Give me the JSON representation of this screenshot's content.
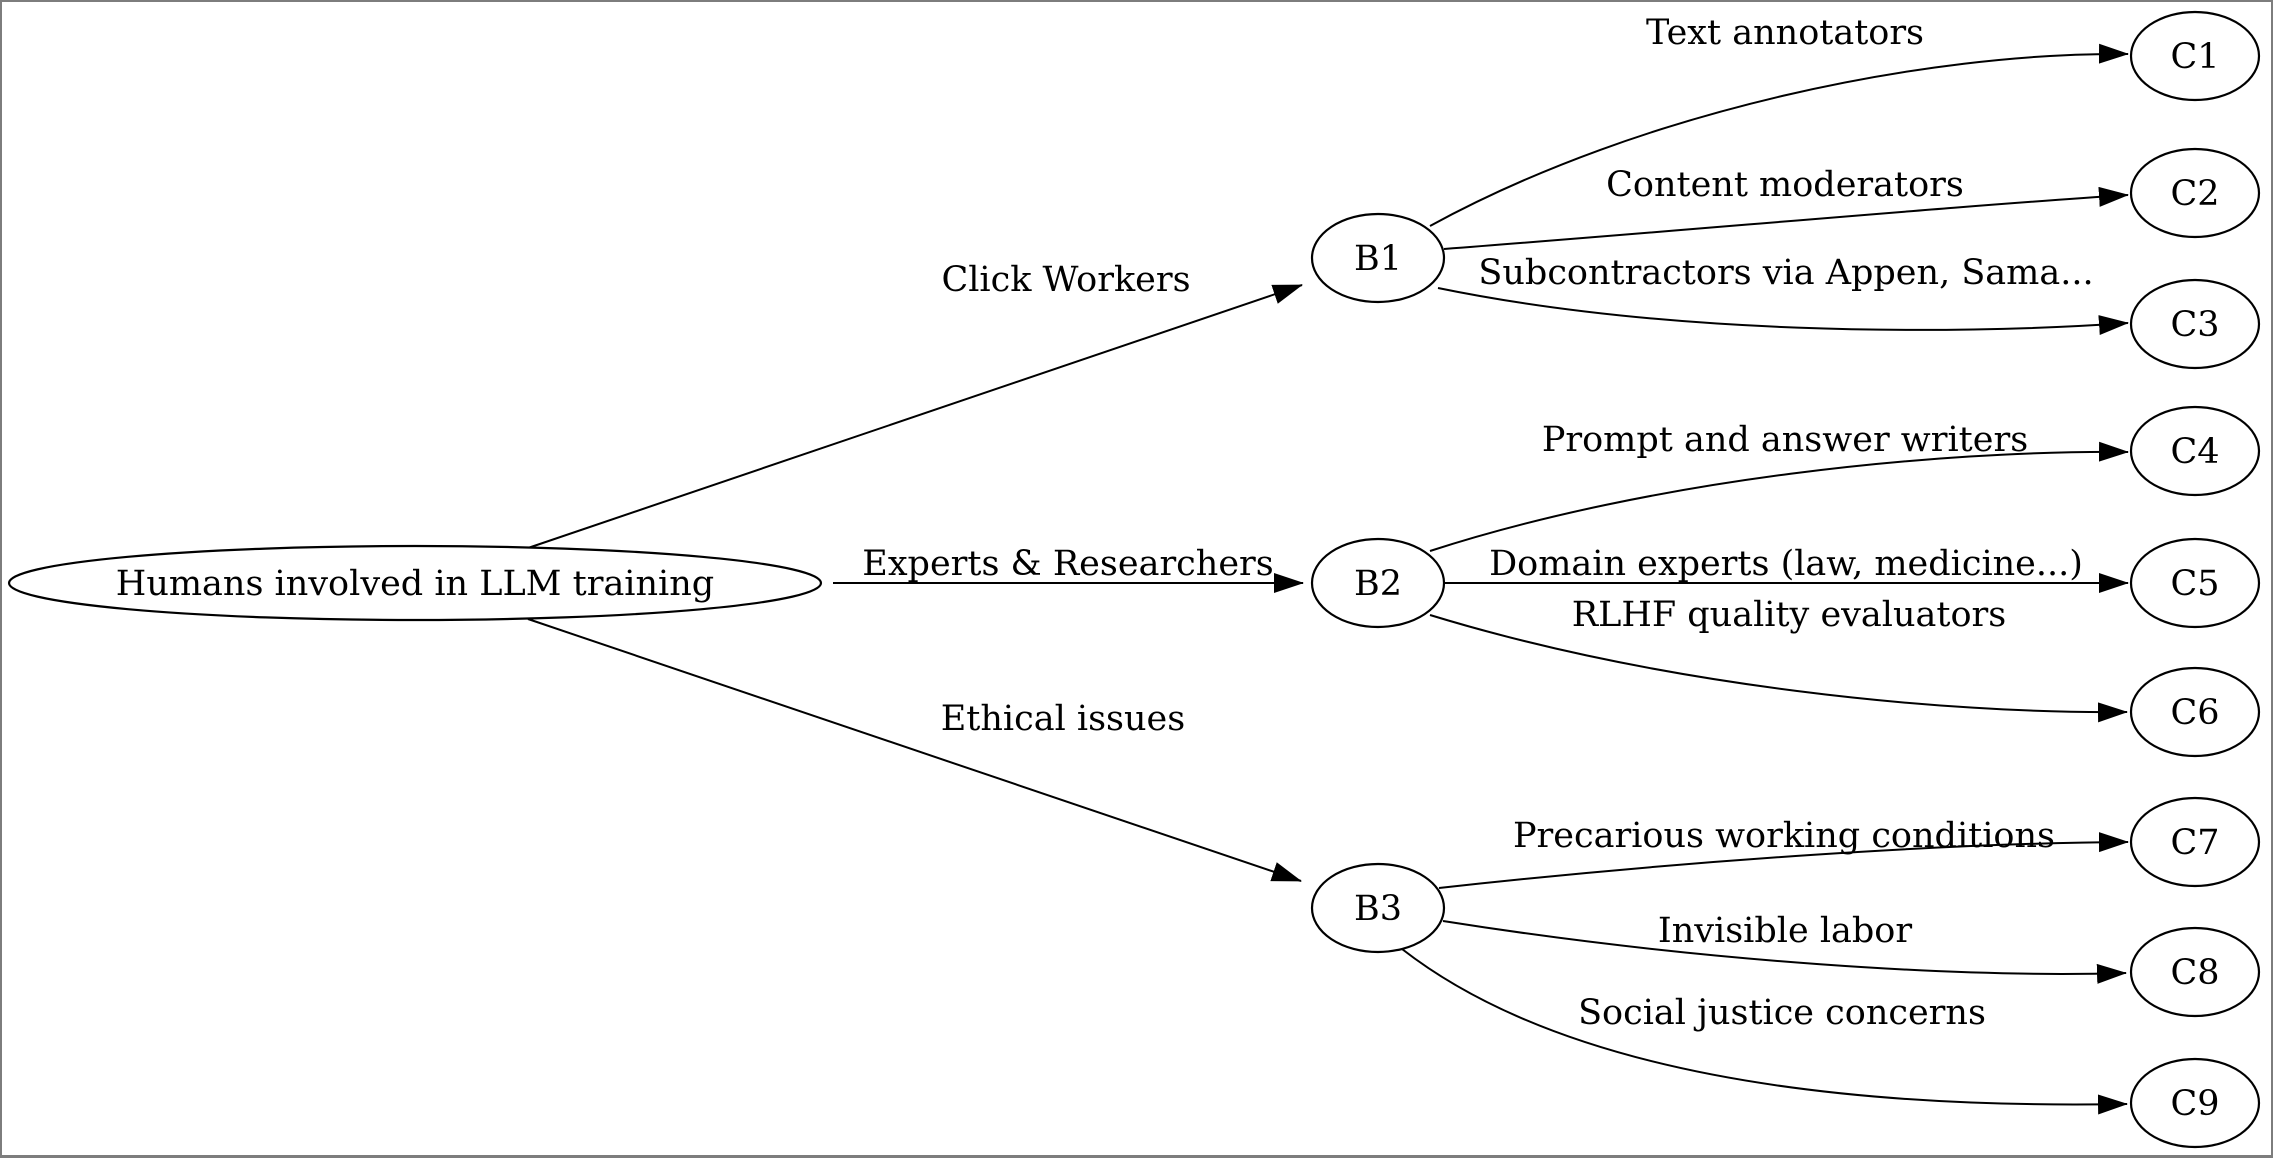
{
  "diagram": {
    "type": "graph",
    "orientation": "left-to-right",
    "colors": {
      "background": "#ffffff",
      "stroke": "#000000",
      "text": "#000000",
      "frame": "#7d7d7d"
    },
    "nodes": {
      "A": {
        "label": "Humans involved in LLM training"
      },
      "B1": {
        "label": "B1"
      },
      "B2": {
        "label": "B2"
      },
      "B3": {
        "label": "B3"
      },
      "C1": {
        "label": "C1"
      },
      "C2": {
        "label": "C2"
      },
      "C3": {
        "label": "C3"
      },
      "C4": {
        "label": "C4"
      },
      "C5": {
        "label": "C5"
      },
      "C6": {
        "label": "C6"
      },
      "C7": {
        "label": "C7"
      },
      "C8": {
        "label": "C8"
      },
      "C9": {
        "label": "C9"
      }
    },
    "edges": {
      "A_B1": {
        "from": "A",
        "to": "B1",
        "label": "Click Workers"
      },
      "A_B2": {
        "from": "A",
        "to": "B2",
        "label": "Experts & Researchers"
      },
      "A_B3": {
        "from": "A",
        "to": "B3",
        "label": "Ethical issues"
      },
      "B1_C1": {
        "from": "B1",
        "to": "C1",
        "label": "Text annotators"
      },
      "B1_C2": {
        "from": "B1",
        "to": "C2",
        "label": "Content moderators"
      },
      "B1_C3": {
        "from": "B1",
        "to": "C3",
        "label": "Subcontractors via Appen, Sama..."
      },
      "B2_C4": {
        "from": "B2",
        "to": "C4",
        "label": "Prompt and answer writers"
      },
      "B2_C5": {
        "from": "B2",
        "to": "C5",
        "label": "Domain experts (law, medicine...)"
      },
      "B2_C6": {
        "from": "B2",
        "to": "C6",
        "label": "RLHF quality evaluators"
      },
      "B3_C7": {
        "from": "B3",
        "to": "C7",
        "label": "Precarious working conditions"
      },
      "B3_C8": {
        "from": "B3",
        "to": "C8",
        "label": "Invisible labor"
      },
      "B3_C9": {
        "from": "B3",
        "to": "C9",
        "label": "Social justice concerns"
      }
    }
  }
}
